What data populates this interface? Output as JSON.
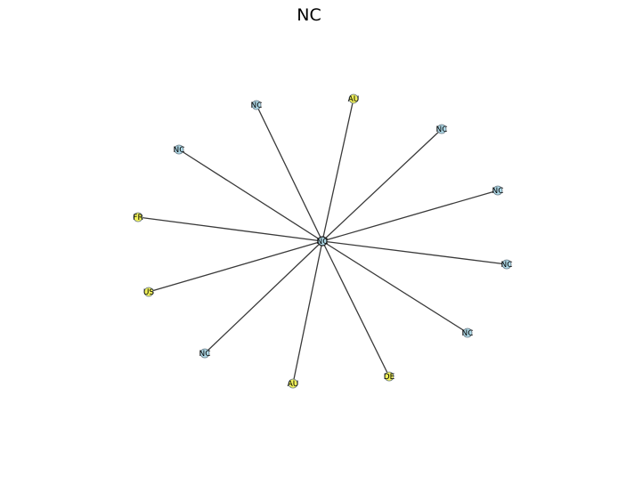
{
  "title": "NC",
  "colors": {
    "edge": "#3a3a3a",
    "node_stroke": "#6b7b86",
    "nc_fill": "#add8e6",
    "other_fill": "#f2f25a",
    "center_stroke": "#222222"
  },
  "center": {
    "id": "center",
    "label": "NC",
    "kind": "nc"
  },
  "nodes": [
    {
      "id": "n1",
      "label": "NC",
      "kind": "nc"
    },
    {
      "id": "n2",
      "label": "AU",
      "kind": "other"
    },
    {
      "id": "n3",
      "label": "NC",
      "kind": "nc"
    },
    {
      "id": "n4",
      "label": "NC",
      "kind": "nc"
    },
    {
      "id": "n5",
      "label": "NC",
      "kind": "nc"
    },
    {
      "id": "n6",
      "label": "NC",
      "kind": "nc"
    },
    {
      "id": "n7",
      "label": "DE",
      "kind": "other"
    },
    {
      "id": "n8",
      "label": "AU",
      "kind": "other"
    },
    {
      "id": "n9",
      "label": "NC",
      "kind": "nc"
    },
    {
      "id": "n10",
      "label": "US",
      "kind": "other"
    },
    {
      "id": "n11",
      "label": "FR",
      "kind": "other"
    },
    {
      "id": "n12",
      "label": "NC",
      "kind": "nc"
    }
  ]
}
